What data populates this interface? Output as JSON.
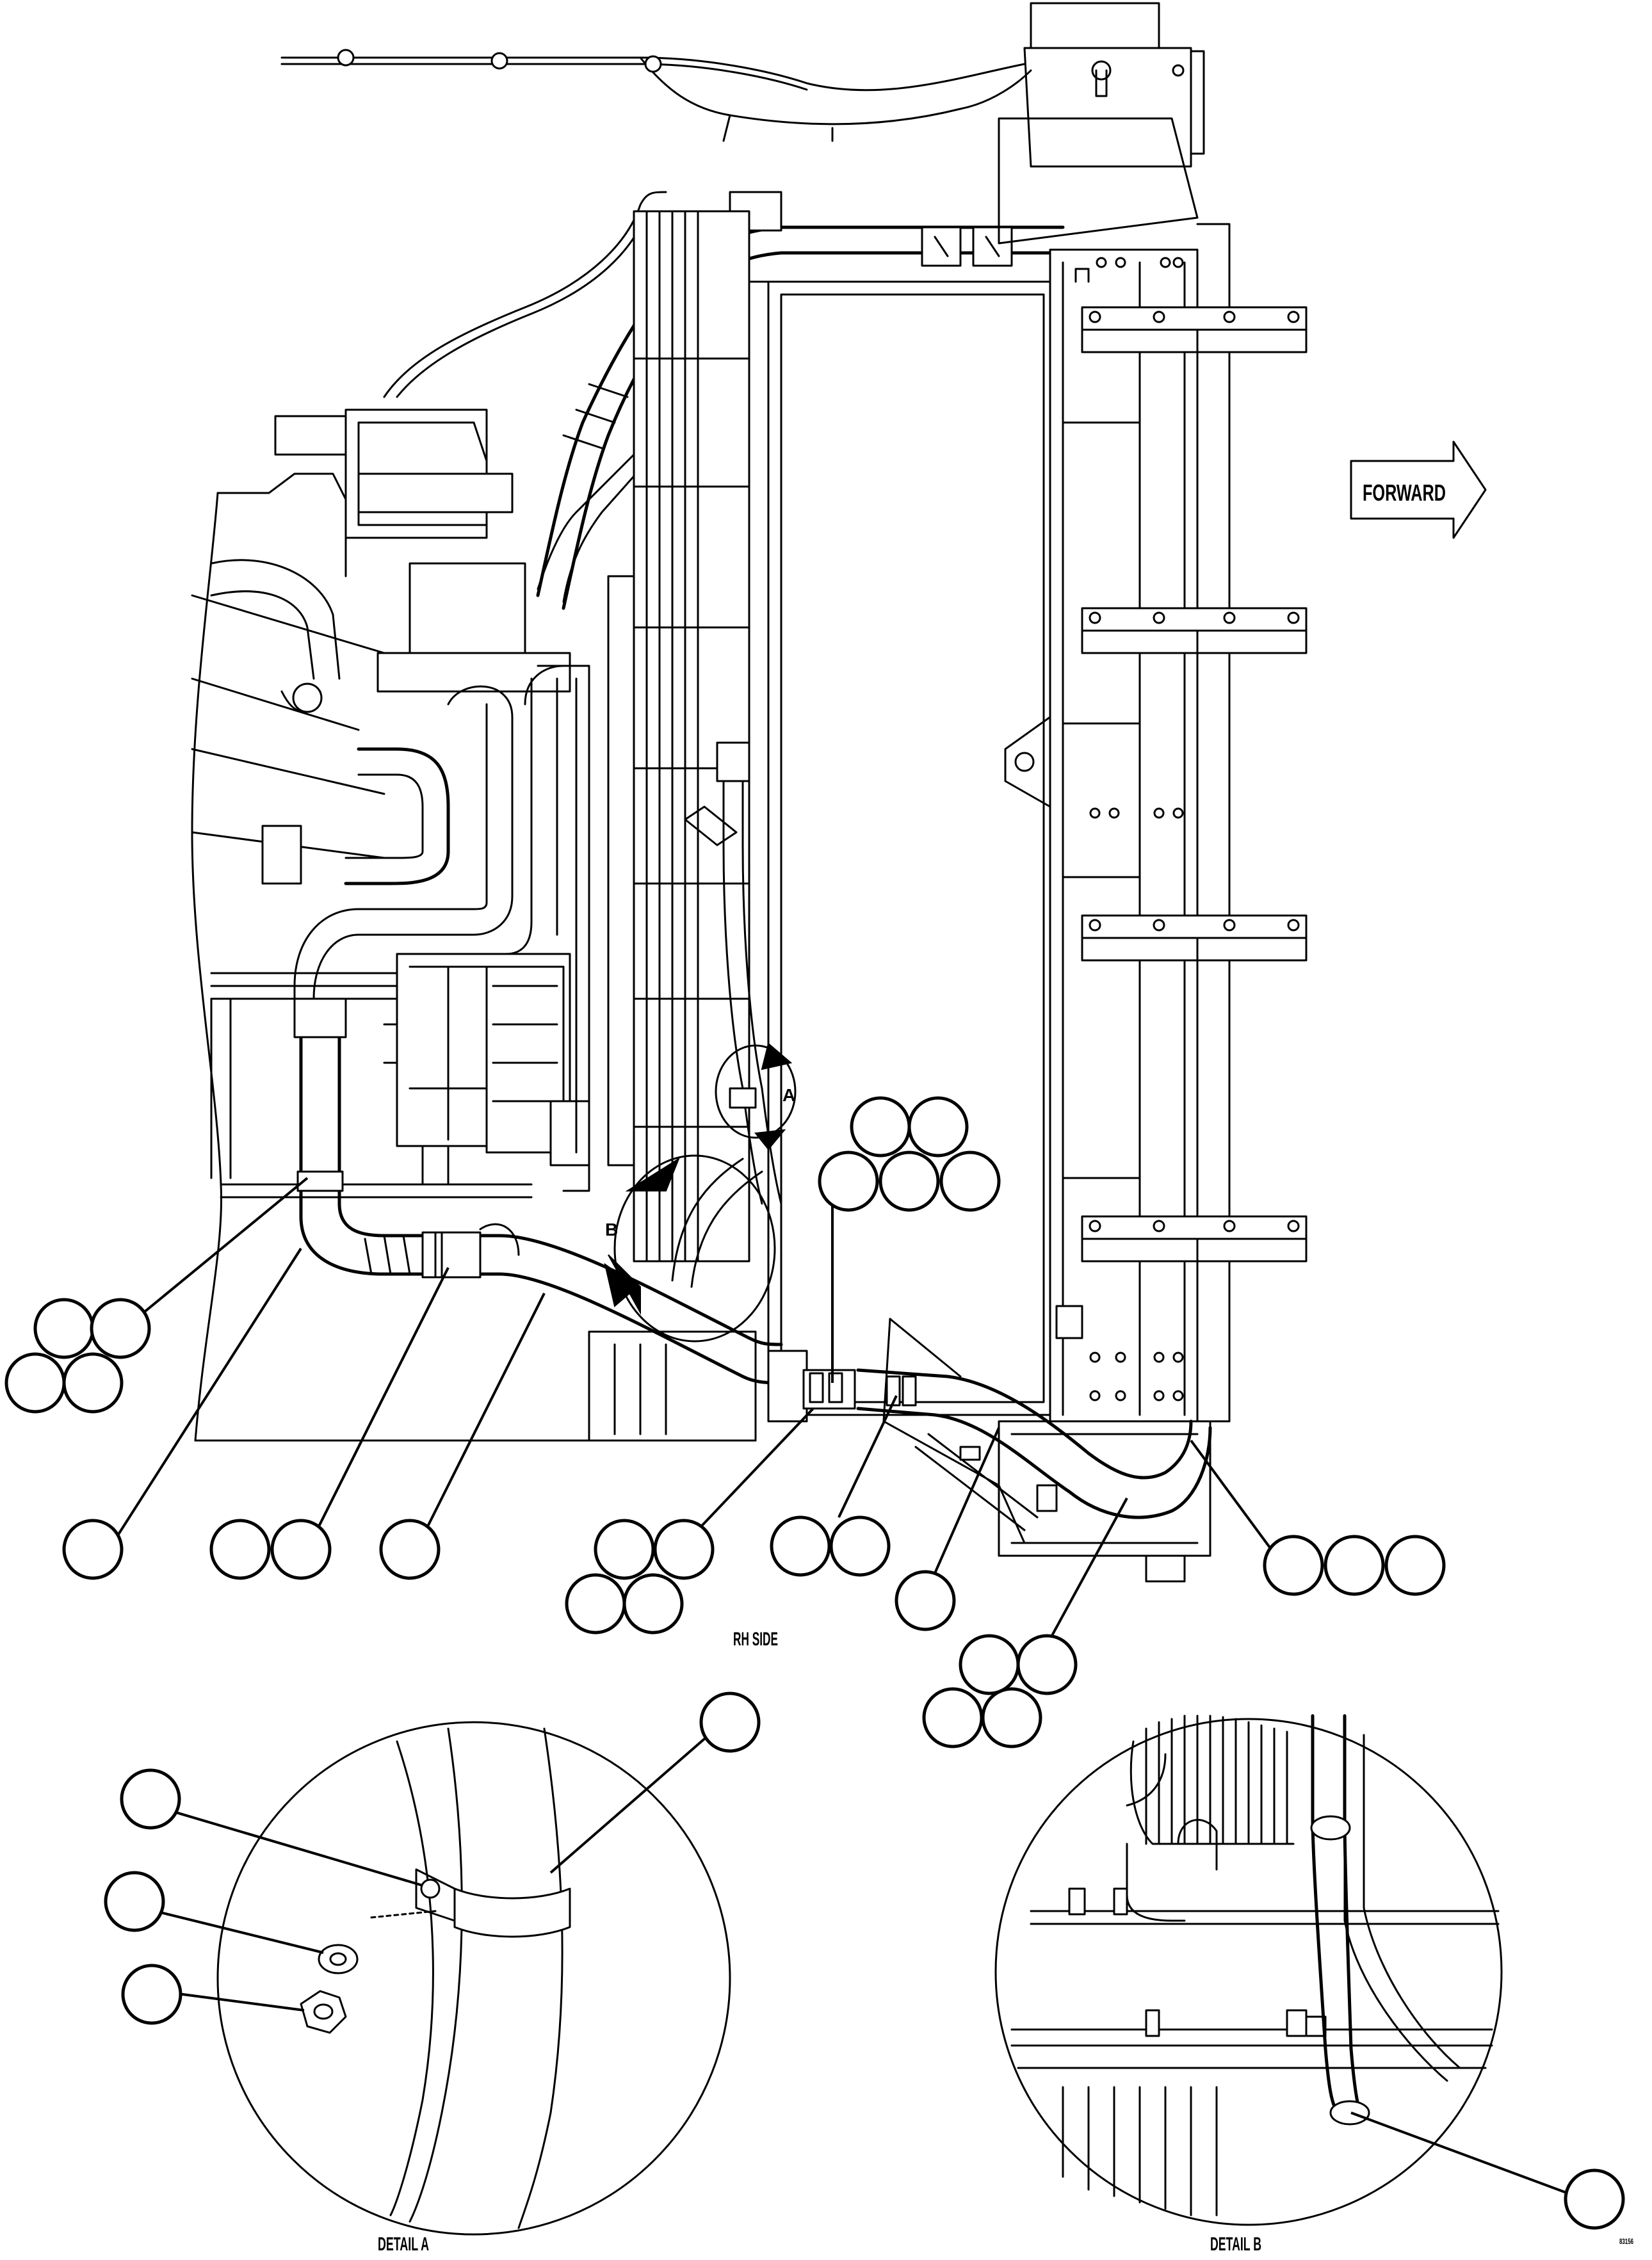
{
  "labels": {
    "forward": "FORWARD",
    "view_title": "RH SIDE",
    "detail_a_title": "DETAIL A",
    "detail_b_title": "DETAIL B",
    "detail_a_marker": "A",
    "detail_b_marker": "B",
    "figure_id": "83156"
  },
  "icons": [
    "forward-arrow-icon",
    "view-direction-arrow-icon"
  ],
  "colors": {
    "line": "#000000",
    "background": "#ffffff"
  }
}
